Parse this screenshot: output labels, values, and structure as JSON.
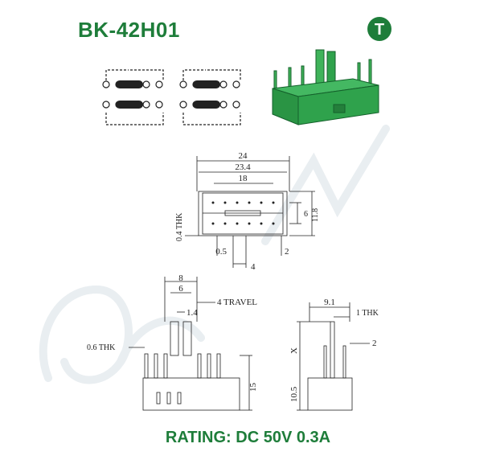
{
  "header": {
    "model": "BK-42H01",
    "badge_letter": "T"
  },
  "footer": {
    "rating": "RATING: DC 50V 0.3A"
  },
  "top_view": {
    "dim_overall": "24",
    "dim_body": "23.4",
    "dim_slot": "18",
    "dim_thk": "0.4 THK",
    "dim_inner_h": "6",
    "dim_outer_h": "11.8",
    "dim_pin_dia": "0.5",
    "dim_pitch": "4",
    "dim_edge": "2"
  },
  "front_view": {
    "dim_8": "8",
    "dim_6": "6",
    "dim_travel": "4 TRAVEL",
    "dim_1_4": "1.4",
    "dim_pin_thk": "0.6 THK",
    "dim_15": "15"
  },
  "side_view": {
    "dim_9_1": "9.1",
    "dim_1_thk": "1 THK",
    "dim_x": "X",
    "dim_2": "2",
    "dim_10_5": "10.5"
  },
  "colors": {
    "brand_green": "#1e7d3a",
    "body_green": "#2fa24c",
    "line": "#222222"
  }
}
